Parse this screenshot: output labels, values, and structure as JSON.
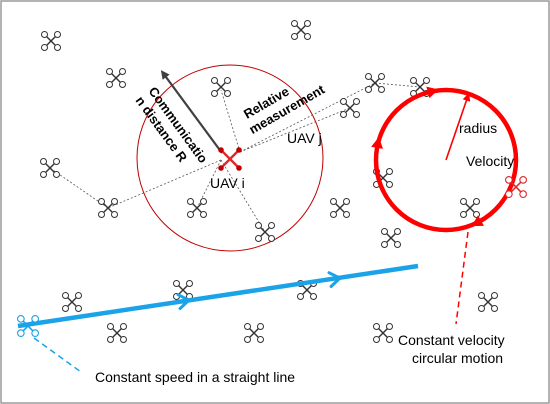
{
  "labels": {
    "communication": [
      "Communicatio",
      "n distance R"
    ],
    "relative": [
      "Relative",
      "measurement"
    ],
    "uav_i": "UAV i",
    "uav_j": "UAV j",
    "radius": "radius",
    "velocity": "Velocity",
    "circular": [
      "Constant velocity",
      "circular motion"
    ],
    "straight": "Constant speed in a straight line"
  },
  "colors": {
    "frame": "#9a9a9a",
    "drone": "#333333",
    "link": "#555555",
    "comm_circle": "#c00000",
    "circle_path": "#ff0000",
    "line_path": "#1aa3e8",
    "drone_red": "#e0282a",
    "drone_blue": "#1aa3e8",
    "range_arrow": "#404040"
  },
  "icons": [
    "quadcopter-icon"
  ]
}
